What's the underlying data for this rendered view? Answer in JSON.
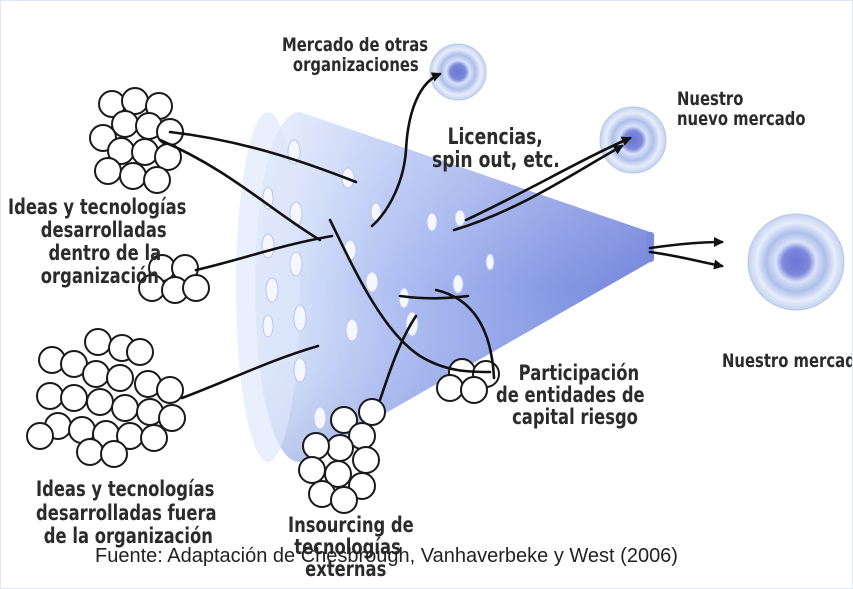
{
  "labels": {
    "mercado_otras": [
      "Mercado de otras",
      "organizaciones"
    ],
    "nuevo_mercado": [
      "Nuestro",
      "nuevo mercado"
    ],
    "licencias": [
      "Licencias,",
      "spin out, etc."
    ],
    "ideas_dentro": [
      "Ideas y tecnologías",
      "desarrolladas",
      "dentro de la",
      "organización"
    ],
    "nuestro_mercado": "Nuestro mercado",
    "participacion": [
      "Participación",
      "de entidades de",
      "capital riesgo"
    ],
    "ideas_fuera": [
      "Ideas y tecnologías",
      "desarrolladas fuera",
      "de la organización"
    ],
    "insourcing": [
      "Insourcing de",
      "tecnologías",
      "externas"
    ]
  },
  "source_note": "Fuente: Adaptación de Chesbrough, Vanhaverbeke y West (2006)",
  "colors": {
    "funnel_light": "#dde8fb",
    "funnel_mid": "#9fb3f0",
    "funnel_dark": "#6f80db",
    "hole": "#f4f7ff",
    "arrow": "#111111",
    "bubble_fill": "#ffffff",
    "bubble_stroke": "#1a1a1a",
    "target_outer": "#eef3fc",
    "target_ring": "#b5c7ee",
    "target_core": "#6e78d4"
  }
}
